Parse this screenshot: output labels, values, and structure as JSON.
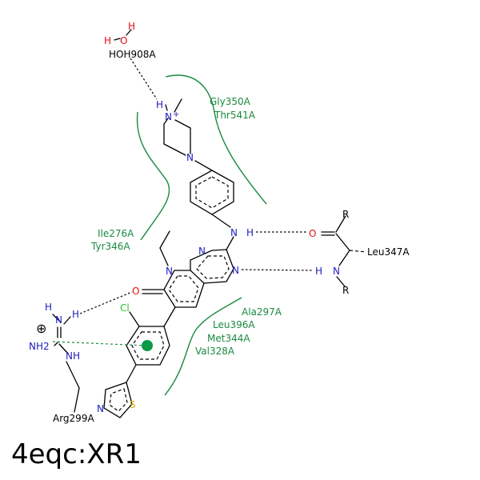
{
  "title": "4eqc:XR1",
  "colors": {
    "nitrogen": "#2020c0",
    "oxygen": "#e01010",
    "chlorine": "#30c030",
    "sulfur": "#d8b000",
    "residue": "#1a8a40",
    "bond": "#000000"
  },
  "atoms": {
    "water_H1": "H",
    "water_O": "O",
    "water_H2": "H",
    "pip_H": "H",
    "pip_N1": "N",
    "pip_plus": "+",
    "pip_N2": "N",
    "amine_N": "N",
    "amine_H": "H",
    "naph_N1": "N",
    "naph_N2": "N",
    "naph_N3": "N",
    "carbonyl_O": "O",
    "chloro": "Cl",
    "thiazole_N": "N",
    "thiazole_S": "S",
    "arg_N1": "N",
    "arg_H1": "H",
    "arg_H2": "H",
    "arg_NH2": "NH2",
    "arg_NH": "NH",
    "arg_charge": "⊕",
    "leu_O": "O",
    "leu_R1": "R",
    "leu_N": "N",
    "leu_H": "H",
    "leu_R2": "R"
  },
  "residues": {
    "water": "HOH908A",
    "gly": "Gly350A",
    "thr": "Thr541A",
    "ile": "Ile276A",
    "tyr": "Tyr346A",
    "ala": "Ala297A",
    "leu396": "Leu396A",
    "met": "Met344A",
    "val": "Val328A",
    "leu347": "Leu347A",
    "arg": "Arg299A"
  }
}
